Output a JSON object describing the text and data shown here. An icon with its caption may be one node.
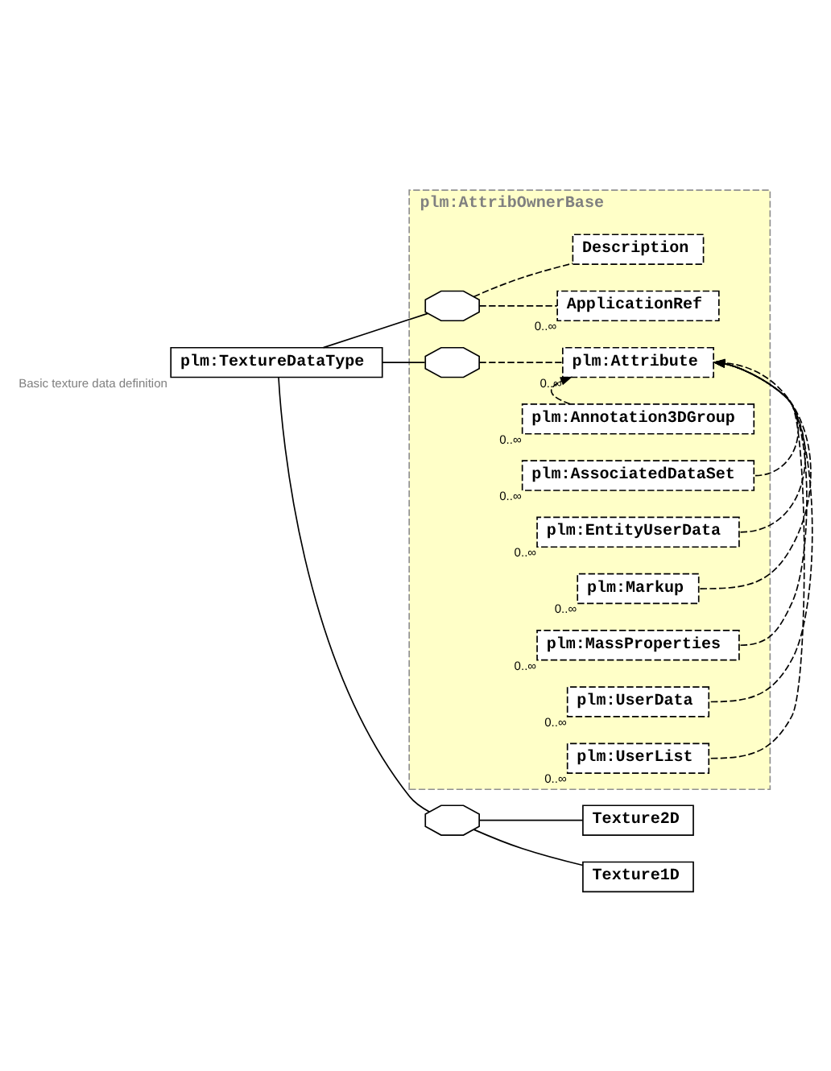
{
  "diagram": {
    "nodes": [
      {
        "text": [
          "plm:TextureDataType"
        ],
        "beside": [
          "Basic texture data definition"
        ]
      },
      {
        "text": [
          "plm:AttribOwnerBase"
        ]
      },
      {
        "text": [],
        "shape": "octagon",
        "in": 1
      },
      {
        "text": [
          "Description"
        ],
        "in": 1
      },
      {
        "text": [
          "ApplicationRef"
        ],
        "in": 1,
        "beside": [
          "0..∞"
        ]
      },
      {
        "text": [],
        "shape": "octagon",
        "in": 1
      },
      {
        "text": [
          "plm:Attribute"
        ],
        "in": 1,
        "beside": [
          "0..∞"
        ]
      },
      {
        "text": [
          "plm:Annotation3DGroup"
        ],
        "in": 1,
        "beside": [
          "0..∞"
        ]
      },
      {
        "text": [
          "plm:AssociatedDataSet"
        ],
        "in": 1,
        "beside": [
          "0..∞"
        ]
      },
      {
        "text": [
          "plm:EntityUserData"
        ],
        "in": 1,
        "beside": [
          "0..∞"
        ]
      },
      {
        "text": [
          "plm:Markup"
        ],
        "in": 1,
        "beside": [
          "0..∞"
        ]
      },
      {
        "text": [
          "plm:MassProperties"
        ],
        "in": 1,
        "beside": [
          "0..∞"
        ]
      },
      {
        "text": [
          "plm:UserData"
        ],
        "in": 1,
        "beside": [
          "0..∞"
        ]
      },
      {
        "text": [
          "plm:UserList"
        ],
        "in": 1,
        "beside": [
          "0..∞"
        ]
      },
      {
        "text": [],
        "shape": "octagon"
      },
      {
        "text": [
          "Texture2D"
        ]
      },
      {
        "text": [
          "Texture1D"
        ]
      }
    ],
    "edges": [
      {
        "from": 0,
        "to": 2,
        "arrow": "none"
      },
      {
        "from": 0,
        "to": 5,
        "arrow": "none"
      },
      {
        "from": 0,
        "to": 14,
        "arrow": "none"
      },
      {
        "from": 2,
        "to": 3,
        "arrow": "none",
        "style": "dashed"
      },
      {
        "from": 2,
        "to": 4,
        "arrow": "none",
        "style": "dashed"
      },
      {
        "from": 5,
        "to": 6,
        "arrow": "none",
        "style": "dashed"
      },
      {
        "from": 7,
        "to": 6,
        "arrow": "to",
        "style": "dashed"
      },
      {
        "from": 8,
        "to": 6,
        "arrow": "to",
        "style": "dashed"
      },
      {
        "from": 9,
        "to": 6,
        "arrow": "to",
        "style": "dashed"
      },
      {
        "from": 10,
        "to": 6,
        "arrow": "to",
        "style": "dashed"
      },
      {
        "from": 11,
        "to": 6,
        "arrow": "to",
        "style": "dashed"
      },
      {
        "from": 12,
        "to": 6,
        "arrow": "to",
        "style": "dashed"
      },
      {
        "from": 13,
        "to": 6,
        "arrow": "to",
        "style": "dashed"
      },
      {
        "from": 14,
        "to": 15,
        "arrow": "none"
      },
      {
        "from": 14,
        "to": 16,
        "arrow": "none"
      }
    ]
  }
}
